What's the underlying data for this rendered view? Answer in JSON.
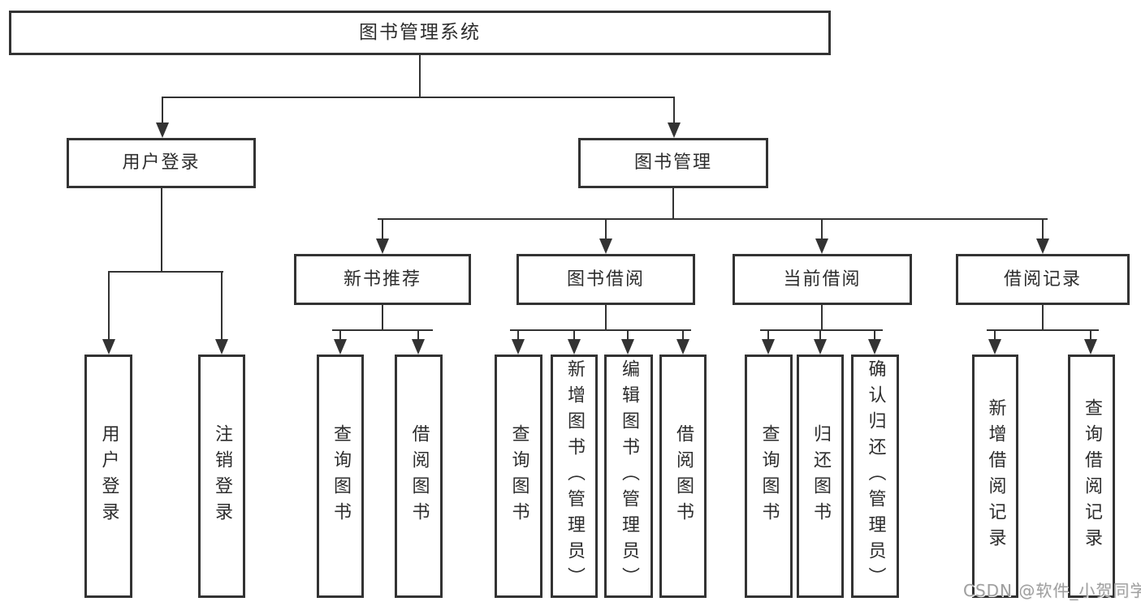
{
  "hierarchy": {
    "label": "图书管理系统",
    "children": [
      {
        "label": "用户登录",
        "children": [
          {
            "label": "用户登录"
          },
          {
            "label": "注销登录"
          }
        ]
      },
      {
        "label": "图书管理",
        "children": [
          {
            "label": "新书推荐",
            "children": [
              {
                "label": "查询图书"
              },
              {
                "label": "借阅图书"
              }
            ]
          },
          {
            "label": "图书借阅",
            "children": [
              {
                "label": "查询图书"
              },
              {
                "label": "新增图书（管理员）"
              },
              {
                "label": "编辑图书（管理员）"
              },
              {
                "label": "借阅图书"
              }
            ]
          },
          {
            "label": "当前借阅",
            "children": [
              {
                "label": "查询图书"
              },
              {
                "label": "归还图书"
              },
              {
                "label": "确认归还（管理员）"
              }
            ]
          },
          {
            "label": "借阅记录",
            "children": [
              {
                "label": "新增借阅记录"
              },
              {
                "label": "查询借阅记录"
              }
            ]
          }
        ]
      }
    ]
  },
  "watermark": "CSDN @软件_小贺同学",
  "colors": {
    "line": "#333333",
    "text": "#2d2d2d",
    "background": "#ffffff",
    "watermark": "#9f9f9f"
  }
}
